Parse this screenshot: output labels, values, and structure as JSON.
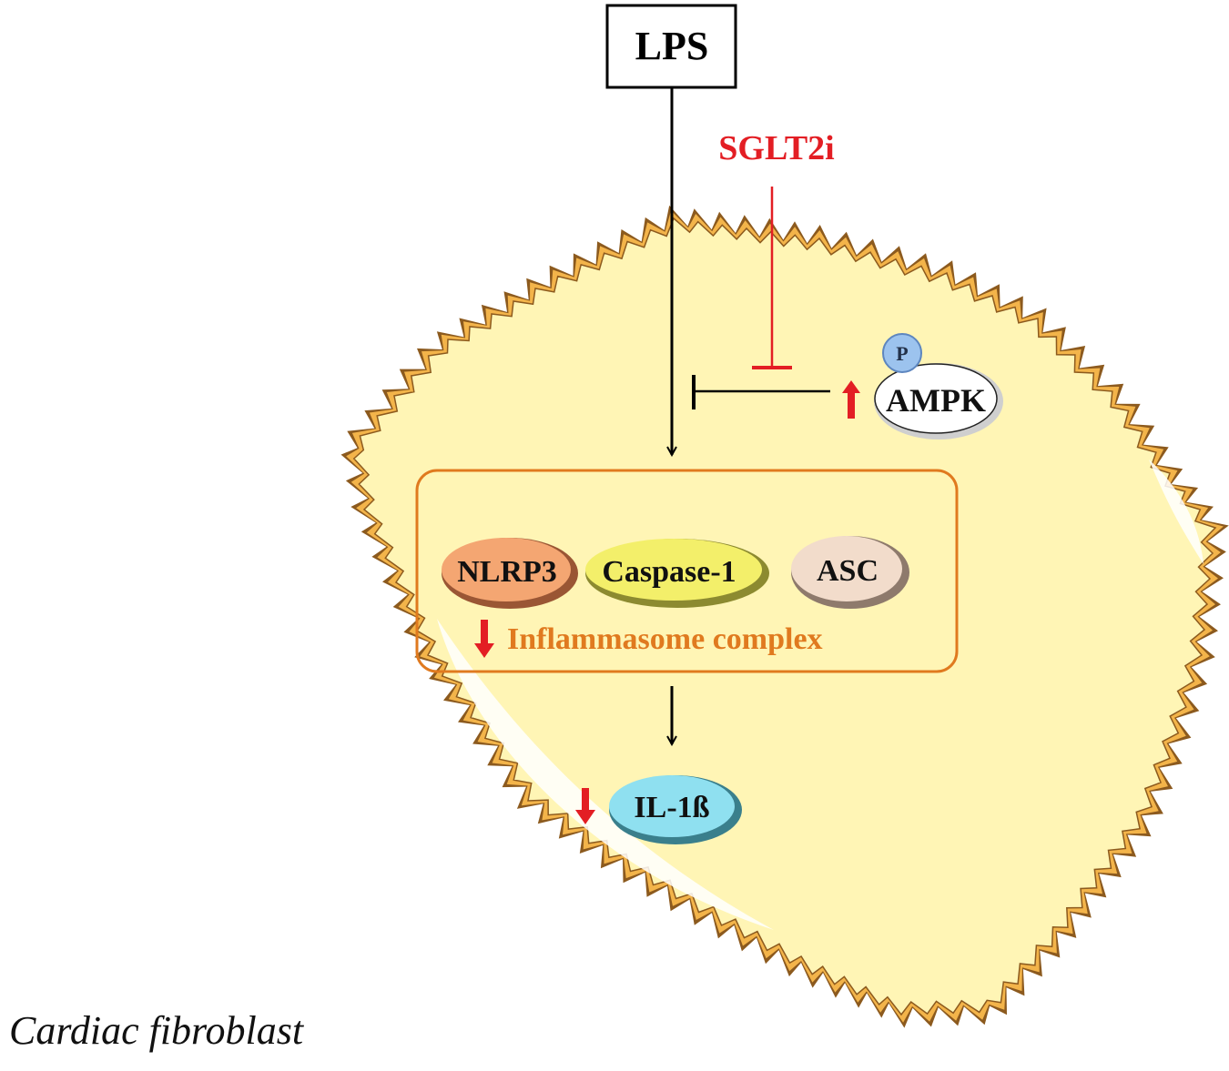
{
  "diagram": {
    "stimulus": "LPS",
    "inhibitor": "SGLT2i",
    "kinase": {
      "label": "AMPK",
      "phospho_label": "P"
    },
    "complex": {
      "components": [
        "NLRP3",
        "Caspase-1",
        "ASC"
      ],
      "label": "Inflammasome complex"
    },
    "output": "IL-1ß",
    "cell_caption": "Cardiac fibroblast"
  },
  "colors": {
    "membrane_outer": "#8c5a1e",
    "membrane_fill": "#f3b44a",
    "cytoplasm": "#fff5b5",
    "complex_border": "#e07a1f",
    "complex_label": "#e07a1f",
    "inhibitor_red": "#e31e24",
    "arrow_red": "#e31e24",
    "nlrp3": "#f4a672",
    "caspase": "#f3ef6a",
    "asc": "#f2dccb",
    "il1b": "#8fe0f0",
    "ampk": "#ffffff",
    "phospho": "#9cc3ee"
  },
  "icons": [
    "phospho-icon",
    "down-arrow-icon",
    "up-arrow-icon"
  ]
}
